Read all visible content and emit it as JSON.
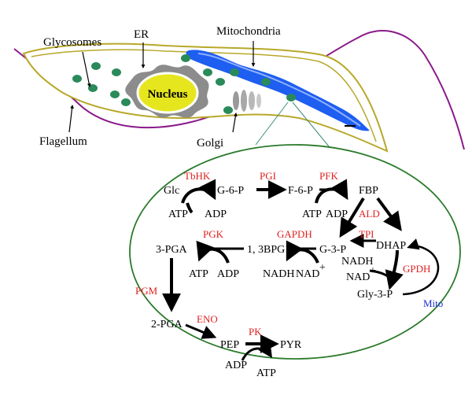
{
  "cell": {
    "labels": {
      "glycosomes": "Glycosomes",
      "er": "ER",
      "mitochondria": "Mitochondria",
      "nucleus": "Nucleus",
      "flagellum": "Flagellum",
      "golgi": "Golgi"
    }
  },
  "pathway": {
    "metabolites": {
      "glc": "Glc",
      "g6p": "G-6-P",
      "f6p": "F-6-P",
      "fbp": "FBP",
      "pga3": "3-PGA",
      "bpg13": "1, 3BPG",
      "g3p": "G-3-P",
      "dhap": "DHAP",
      "gly3p": "Gly-3-P",
      "pga2": "2-PGA",
      "pep": "PEP",
      "pyr": "PYR"
    },
    "cofactors": {
      "atp1": "ATP",
      "adp1": "ADP",
      "atp2": "ATP",
      "adp2": "ADP",
      "atp3": "ATP",
      "adp3": "ADP",
      "nadh1": "NADH",
      "nad1": "NAD",
      "nadh2": "NADH",
      "nad2": "NAD",
      "plus": "+",
      "adp4": "ADP",
      "atp4": "ATP"
    },
    "enzymes": {
      "tbhk": "TbHK",
      "pgi": "PGI",
      "pfk": "PFK",
      "ald": "ALD",
      "tpi": "TPI",
      "gapdh": "GAPDH",
      "pgk": "PGK",
      "gpdh": "GPDH",
      "pgm": "PGM",
      "eno": "ENO",
      "pk": "PK"
    },
    "mito": "Mito"
  },
  "colors": {
    "cell_outline": "#b8a82a",
    "flagellum": "#8a1a8a",
    "glycosome": "#2a8a5a",
    "nucleus_fill": "#e6e61e",
    "mitochondria": "#1e5ef0",
    "enzyme": "#e02020",
    "glycosome_outline": "#2a7a2a",
    "connector": "#3a8a7a"
  }
}
